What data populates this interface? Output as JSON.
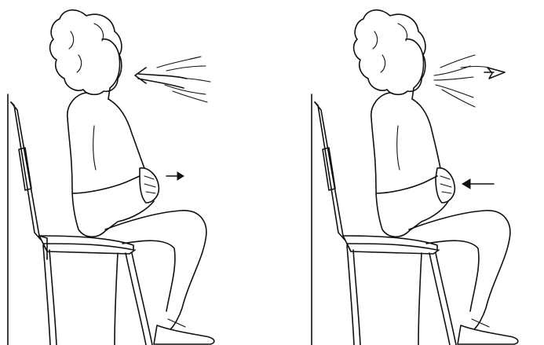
{
  "panels": [
    {
      "id": "inhale",
      "air_direction": "into-mouth",
      "belly_arrow": "outward"
    },
    {
      "id": "exhale",
      "air_direction": "out-of-mouth",
      "belly_arrow": "inward"
    }
  ],
  "colors": {
    "background": "#ffffff",
    "ink": "#111111"
  },
  "icons": {
    "left_air": "airflow-in-arrow-icon",
    "right_air": "airflow-out-arrow-icon",
    "left_belly": "belly-expand-arrow-icon",
    "right_belly": "belly-contract-arrow-icon"
  }
}
